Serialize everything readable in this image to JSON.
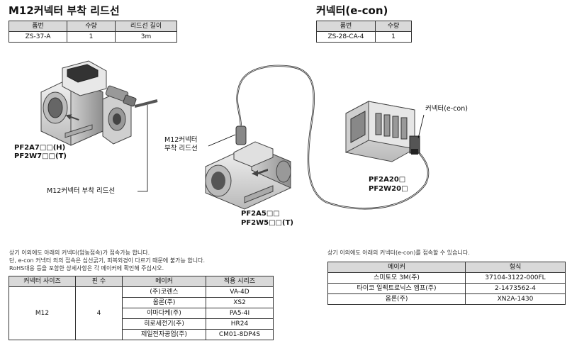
{
  "left_section": {
    "title": "M12커넥터 부착 리드선",
    "table": {
      "headers": [
        "품번",
        "수량",
        "리드선 길이"
      ],
      "row": [
        "ZS-37-A",
        "1",
        "3m"
      ]
    }
  },
  "right_section": {
    "title": "커넥터(e-con)",
    "table": {
      "headers": [
        "품번",
        "수량"
      ],
      "row": [
        "ZS-28-CA-4",
        "1"
      ]
    }
  },
  "diagram_labels": {
    "left_model_line1": "PF2A7□□(H)",
    "left_model_line2": "PF2W7□□(T)",
    "left_cable_label": "M12커넥터 부착 리드선",
    "center_cable_label_line1": "M12커넥터",
    "center_cable_label_line2": "부착 리드선",
    "center_model_line1": "PF2A5□□",
    "center_model_line2": "PF2W5□□(T)",
    "right_connector_label": "커넥터(e-con)",
    "right_model_line1": "PF2A20□",
    "right_model_line2": "PF2W20□"
  },
  "notes_left": {
    "line1": "상기 이외에도 아래의 커넥터(암농접속)가 접속가능 합니다.",
    "line2": "단, e-con 커넥터 외의 접속은 심선굵기, 피복외경이 다르기 때문에 불가능 합니다.",
    "line3": "RoHS대응 등을 포함한 상세사항은 각 메이커에 확인해 주십시오."
  },
  "connector_table": {
    "headers": [
      "커넥터 사이즈",
      "핀 수",
      "메이커",
      "적용 시리즈"
    ],
    "size": "M12",
    "pins": "4",
    "rows": [
      {
        "maker": "(주)코렌스",
        "series": "VA-4D"
      },
      {
        "maker": "옴론(주)",
        "series": "XS2"
      },
      {
        "maker": "야마다케(주)",
        "series": "PA5-4I"
      },
      {
        "maker": "히로세전기(주)",
        "series": "HR24"
      },
      {
        "maker": "제일전자공업(주)",
        "series": "CM01-8DP4S"
      }
    ]
  },
  "notes_right": {
    "line1": "상기 이외에도 아래의 커넥터(e-con)를 접속할 수 있습니다."
  },
  "econ_table": {
    "headers": [
      "메이커",
      "형식"
    ],
    "rows": [
      {
        "maker": "스미토모 3M(주)",
        "model": "37104-3122-000FL"
      },
      {
        "maker": "타이코 일렉트로닉스 앰프(주)",
        "model": "2-1473562-4"
      },
      {
        "maker": "옴론(주)",
        "model": "XN2A-1430"
      }
    ]
  }
}
